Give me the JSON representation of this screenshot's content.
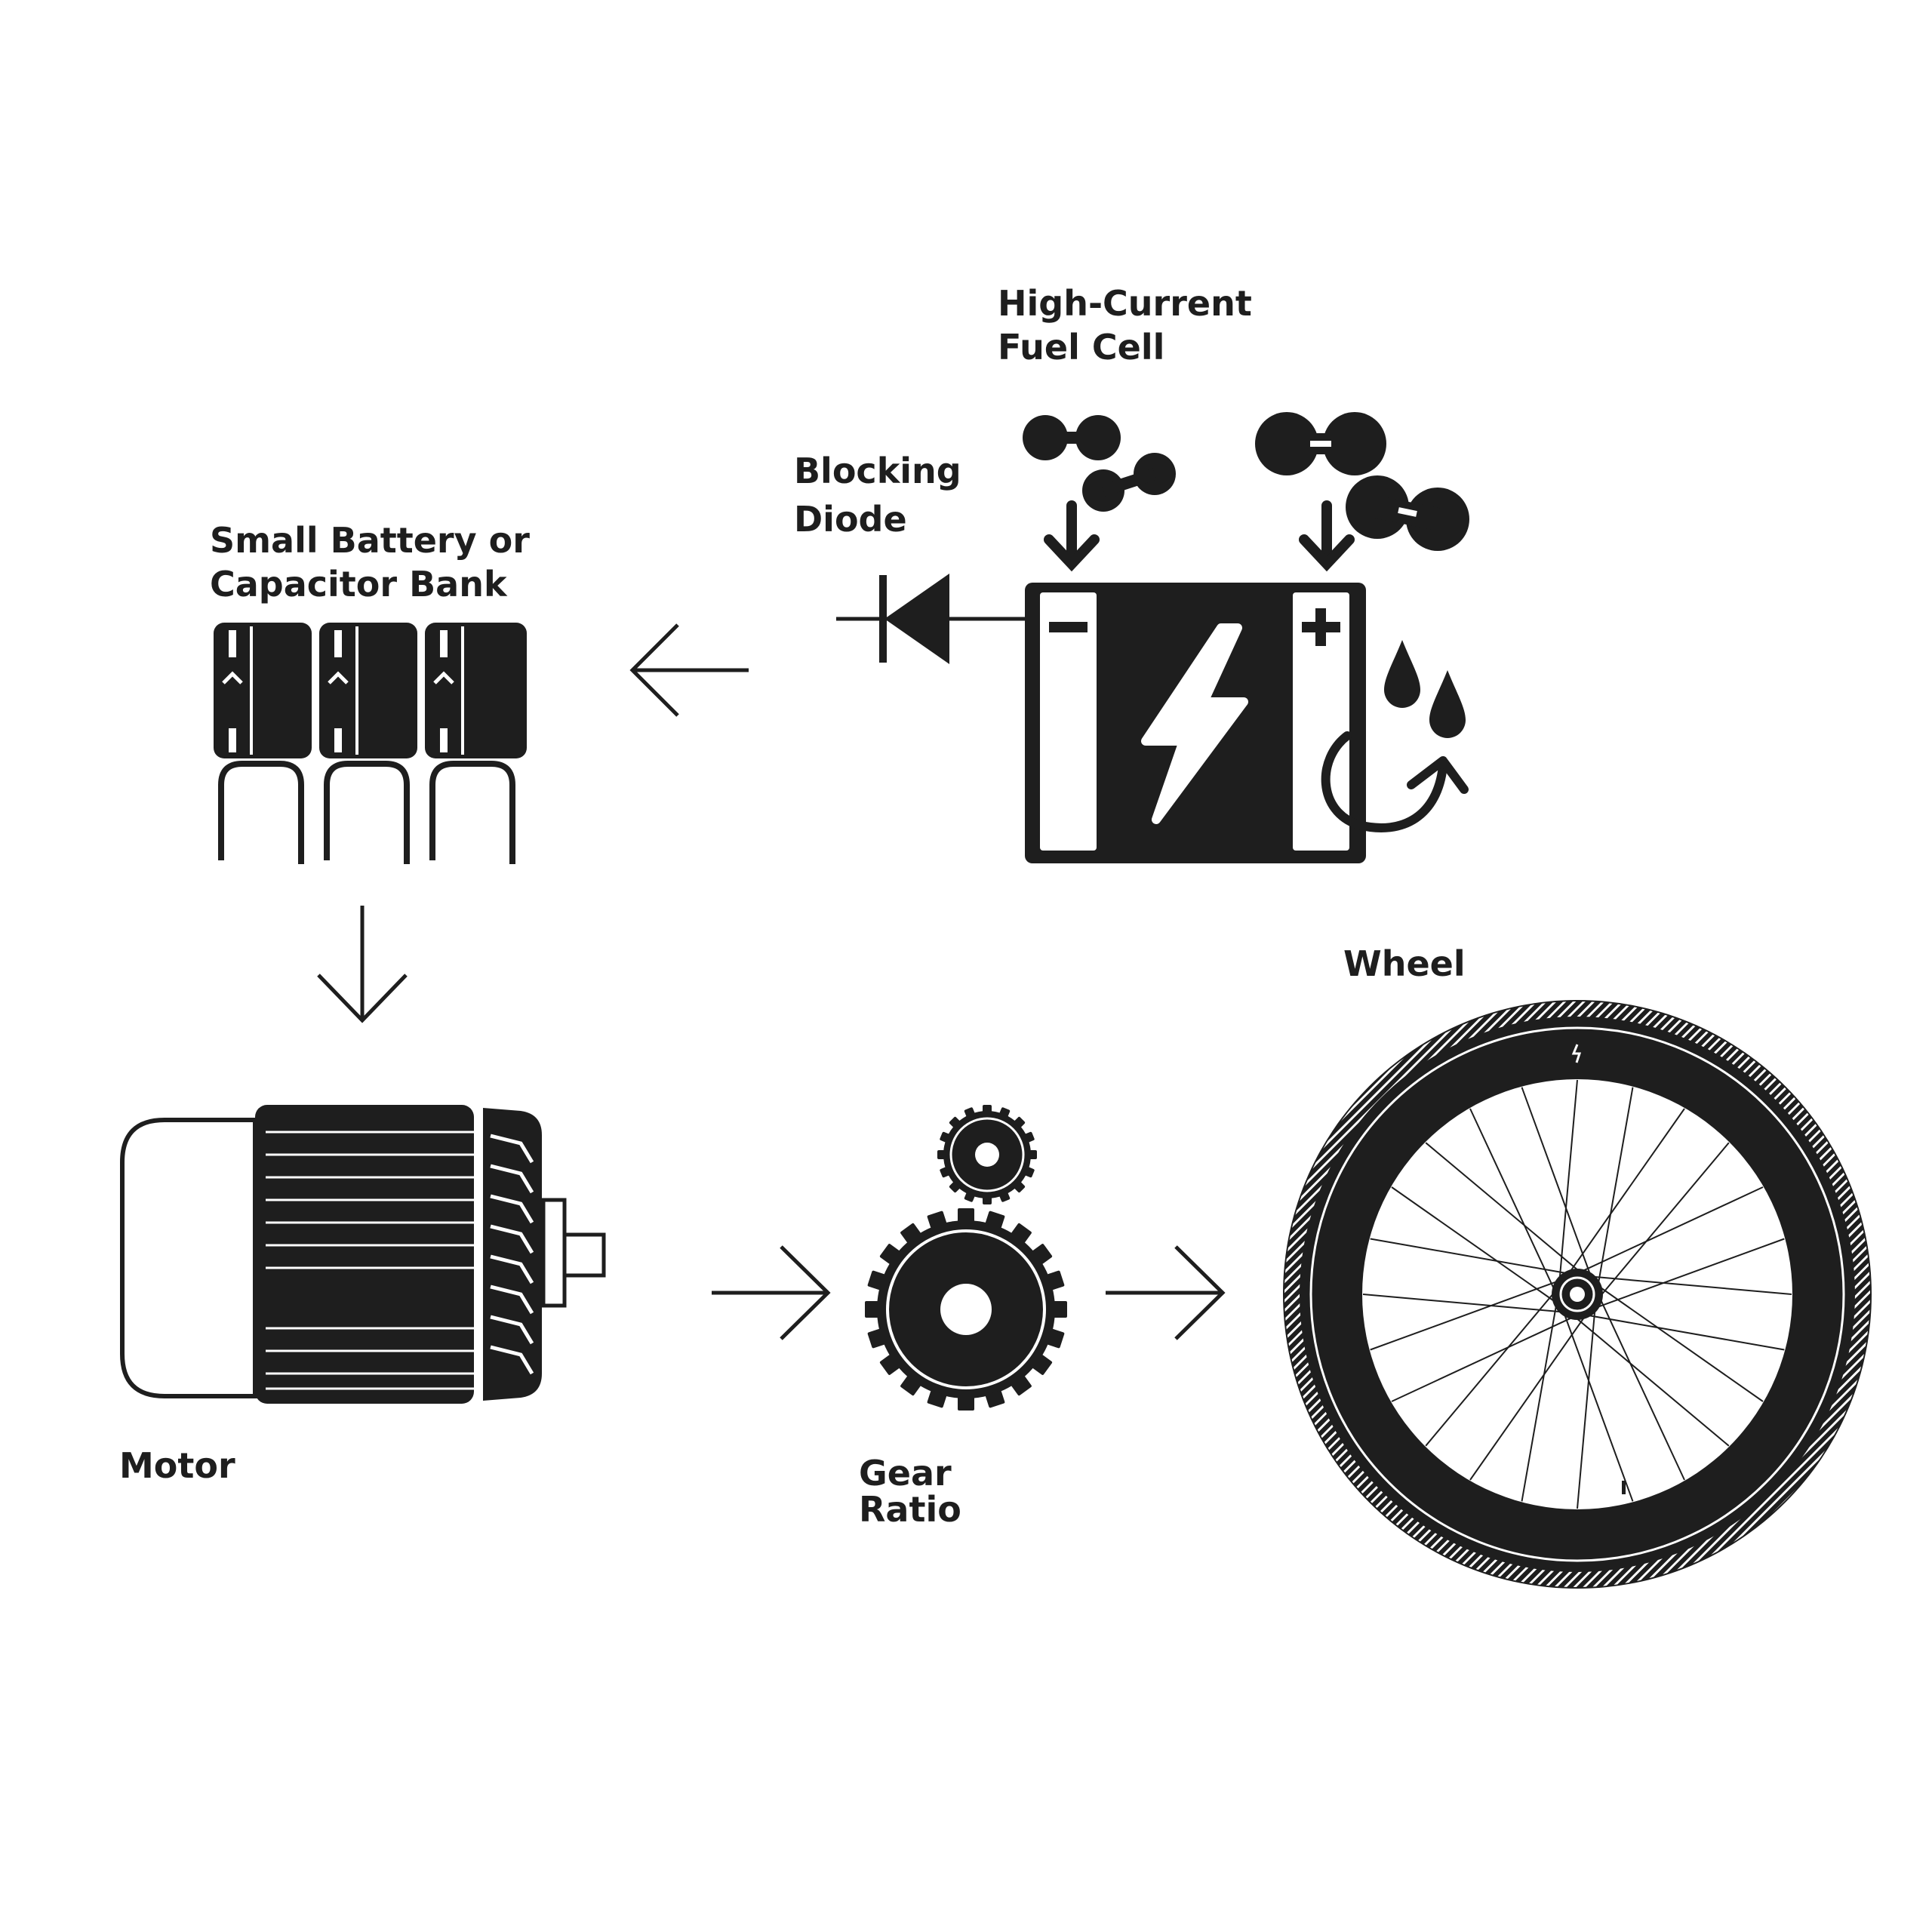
{
  "colors": {
    "ink": "#1e1e1e",
    "paper": "#ffffff"
  },
  "labels": {
    "fuel_cell": [
      "High-Current",
      "Fuel Cell"
    ],
    "diode": [
      "Blocking",
      "Diode"
    ],
    "battery": [
      "Small Battery or",
      "Capacitor Bank"
    ],
    "motor": "Motor",
    "gear": [
      "Gear",
      "Ratio"
    ],
    "wheel": "Wheel"
  },
  "icons": {
    "fuel_cell": "fuel-cell-icon",
    "diode": "diode-icon",
    "battery": "capacitor-bank-icon",
    "motor": "motor-icon",
    "gear": "gear-icon",
    "wheel": "wheel-icon"
  }
}
